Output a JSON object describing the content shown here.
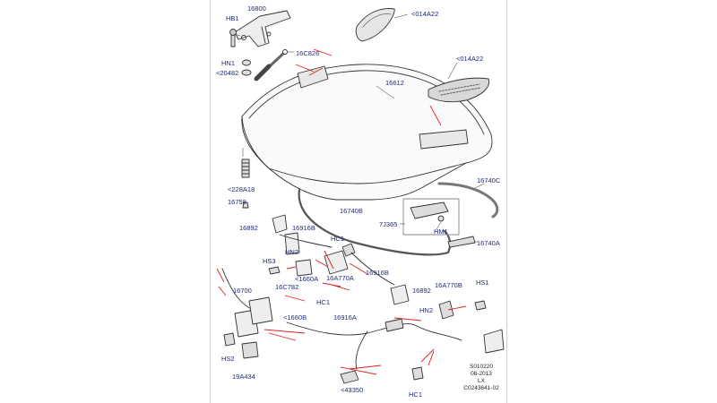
{
  "callouts": {
    "hb1": "HB1",
    "c16800": "16800",
    "c16c826": "16C826",
    "c014a22_top": "<014A22",
    "c014a22_right": "<014A22",
    "hn1": "HN1",
    "c20482": "<20482",
    "c16612": "16612",
    "c228a18": "<228A18",
    "c16758": "16758",
    "c16740b": "16740B",
    "c16740c": "16740C",
    "c7j365": "7J365",
    "hm1": "HM1",
    "c16740a": "16740A",
    "c16892_left": "16892",
    "c16916b_top": "16916B",
    "hc1_top": "HC1",
    "hn2_left": "HN2",
    "hs3": "HS3",
    "c1660a": "<1660A",
    "c16a770a": "16A770A",
    "c16916b_mid": "16916B",
    "c16892_right": "16892",
    "c16700": "16700",
    "c16c782": "16C782",
    "hc1_mid": "HC1",
    "c1660b": "<1660B",
    "c16916a": "16916A",
    "hn2_right": "HN2",
    "c16a770b": "16A770B",
    "hs1": "HS1",
    "hs2": "HS2",
    "c19a434": "19A434",
    "c43350": "<43350",
    "hc1_bottom": "HC1"
  },
  "footer": {
    "line1": "S010220",
    "line2": "08-2013",
    "line3": "LX",
    "line4": "C0243641-02"
  },
  "colors": {
    "label": "#1f2a7a",
    "leader_red": "#e02020",
    "line_art": "#333333"
  }
}
